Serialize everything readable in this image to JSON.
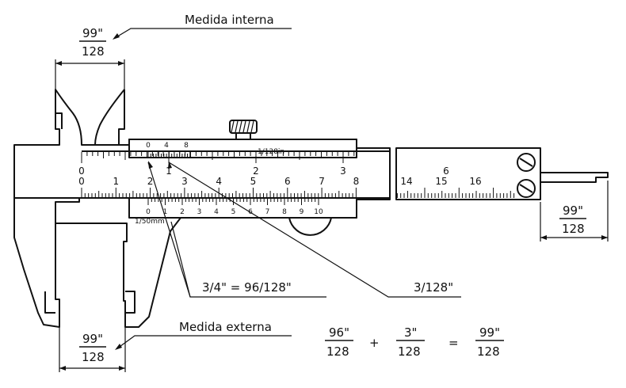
{
  "labels": {
    "medida_interna": "Medida interna",
    "medida_externa": "Medida externa",
    "frac_top_num": "99\"",
    "frac_top_den": "128",
    "frac_bottom_num": "99\"",
    "frac_bottom_den": "128",
    "frac_right_num": "99\"",
    "frac_right_den": "128",
    "eq_a_num": "96\"",
    "eq_a_den": "128",
    "eq_plus": "+",
    "eq_b_num": "3\"",
    "eq_b_den": "128",
    "eq_equals": "=",
    "eq_c_num": "99\"",
    "eq_c_den": "128",
    "callout_three_quarter": "3/4\"  =  96/128\"",
    "callout_three_128": "3/128\"",
    "vernier_inch_unit": "1/128in",
    "vernier_mm_unit": "1/50mm"
  },
  "scales": {
    "vernier_top": [
      "0",
      "4",
      "8"
    ],
    "inch_main": [
      "0",
      "1",
      "2",
      "3"
    ],
    "inch_main_far": [
      "6"
    ],
    "mm_main": [
      "0",
      "1",
      "2",
      "3",
      "4",
      "5",
      "6",
      "7",
      "8"
    ],
    "mm_main_far": [
      "14",
      "15",
      "16"
    ],
    "vernier_bottom": [
      "0",
      "1",
      "2",
      "3",
      "4",
      "5",
      "6",
      "7",
      "8",
      "9",
      "10"
    ]
  }
}
